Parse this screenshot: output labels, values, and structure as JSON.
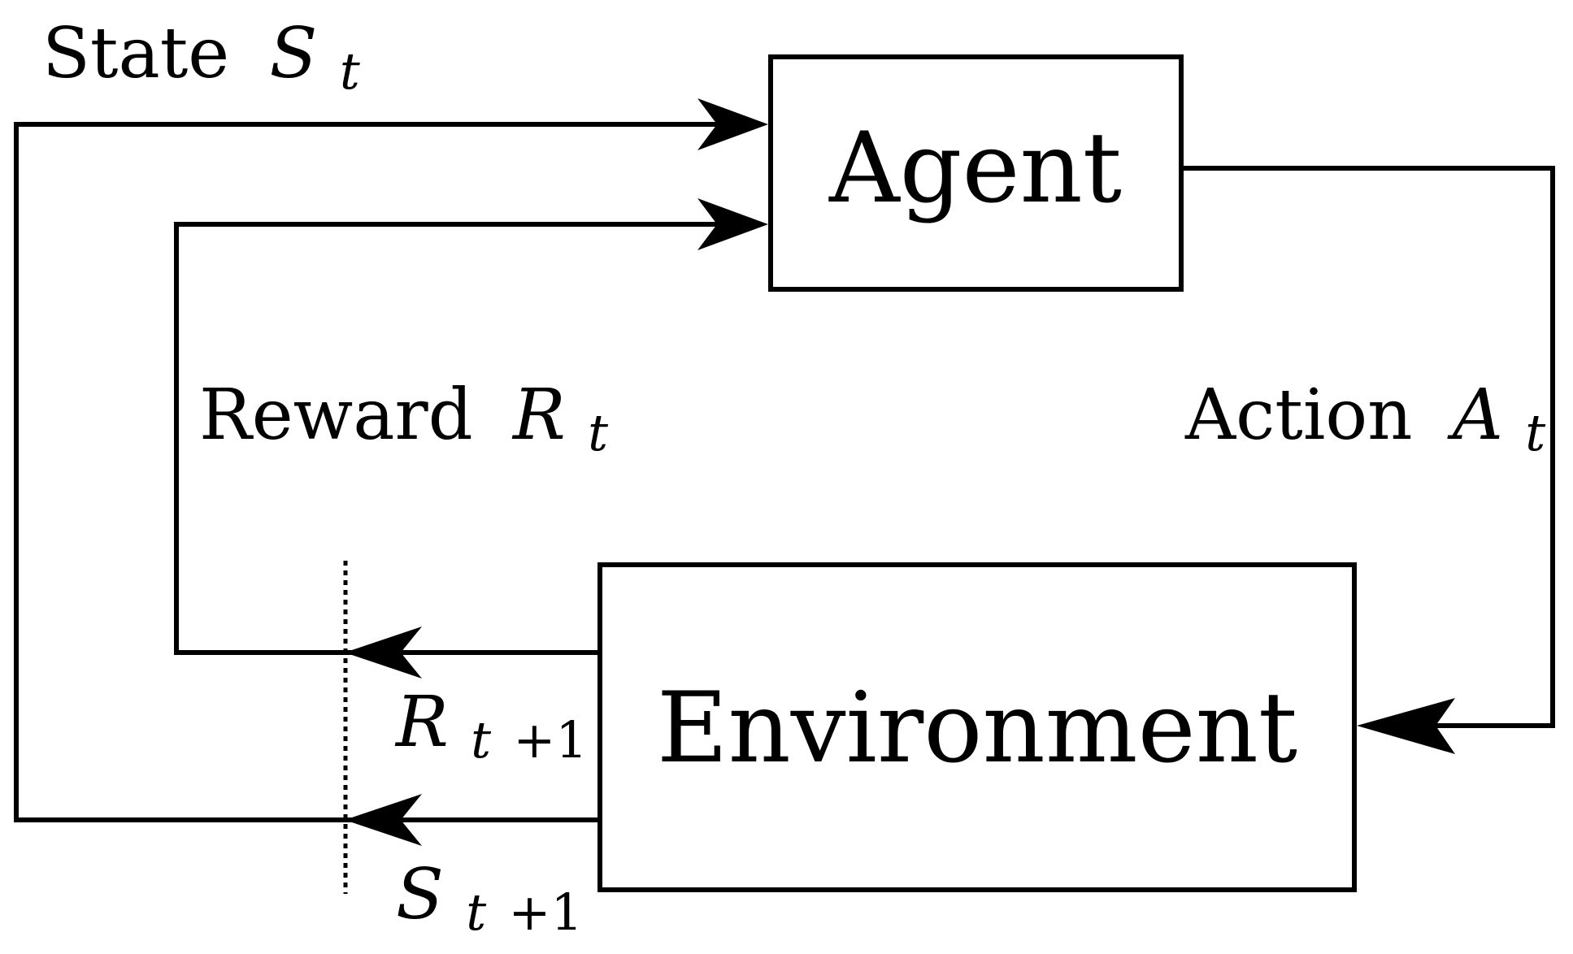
{
  "agent": {
    "label": "Agent"
  },
  "environment": {
    "label": "Environment"
  },
  "state_signal": {
    "word": "State",
    "symbol": "S",
    "subscript": "t"
  },
  "reward_signal": {
    "word": "Reward",
    "symbol": "R",
    "subscript": "t"
  },
  "action_signal": {
    "word": "Action",
    "symbol": "A",
    "subscript": "t"
  },
  "next_reward": {
    "symbol": "R",
    "subscript_var": "t",
    "subscript_rest": "+1"
  },
  "next_state": {
    "symbol": "S",
    "subscript_var": "t",
    "subscript_rest": "+1"
  }
}
